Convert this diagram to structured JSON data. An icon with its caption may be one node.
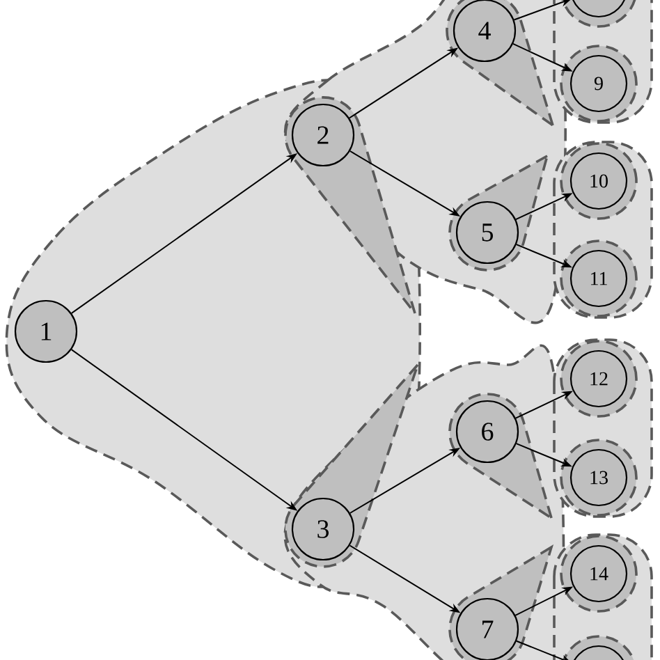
{
  "diagram": {
    "nodes": [
      {
        "text": [
          "1"
        ]
      },
      {
        "text": [
          "2"
        ]
      },
      {
        "text": [
          "3"
        ]
      },
      {
        "text": [
          "4"
        ]
      },
      {
        "text": [
          "5"
        ]
      },
      {
        "text": [
          "6"
        ]
      },
      {
        "text": [
          "7"
        ]
      },
      {
        "text": [],
        "shape": "circle"
      },
      {
        "text": [
          "9"
        ]
      },
      {
        "text": [
          "10"
        ]
      },
      {
        "text": [
          "11"
        ]
      },
      {
        "text": [
          "12"
        ]
      },
      {
        "text": [
          "13"
        ]
      },
      {
        "text": [
          "14"
        ]
      },
      {
        "text": [],
        "shape": "circle"
      }
    ],
    "edges": [
      {
        "from": 0,
        "to": 1,
        "arrow": "to"
      },
      {
        "from": 0,
        "to": 2,
        "arrow": "to"
      },
      {
        "from": 1,
        "to": 3,
        "arrow": "to"
      },
      {
        "from": 1,
        "to": 4,
        "arrow": "to"
      },
      {
        "from": 2,
        "to": 5,
        "arrow": "to"
      },
      {
        "from": 2,
        "to": 6,
        "arrow": "to"
      },
      {
        "from": 3,
        "to": 7,
        "arrow": "to"
      },
      {
        "from": 3,
        "to": 8,
        "arrow": "to"
      },
      {
        "from": 4,
        "to": 9,
        "arrow": "to"
      },
      {
        "from": 4,
        "to": 10,
        "arrow": "to"
      },
      {
        "from": 5,
        "to": 11,
        "arrow": "to"
      },
      {
        "from": 5,
        "to": 12,
        "arrow": "to"
      },
      {
        "from": 6,
        "to": 13,
        "arrow": "to"
      },
      {
        "from": 6,
        "to": 14,
        "arrow": "to"
      }
    ]
  }
}
